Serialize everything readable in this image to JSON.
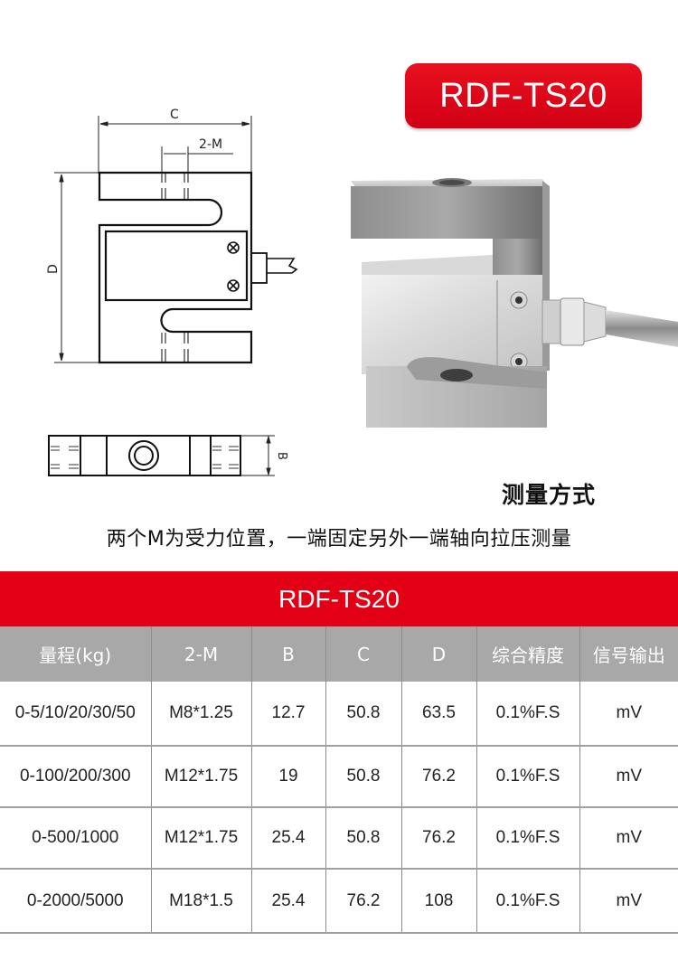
{
  "header": {
    "model_badge": "RDF-TS20",
    "badge_color": "#e30016"
  },
  "drawing": {
    "dim_c": "C",
    "dim_2m": "2-M",
    "dim_d": "D",
    "dim_b": "B"
  },
  "measurement": {
    "title": "测量方式",
    "description": "两个M为受力位置，一端固定另外一端轴向拉压测量"
  },
  "spec_table": {
    "caption": "RDF-TS20",
    "header_bg": "#a8a8a8",
    "columns": [
      "量程(kg)",
      "2-M",
      "B",
      "C",
      "D",
      "综合精度",
      "信号输出"
    ],
    "rows": [
      [
        "0-5/10/20/30/50",
        "M8*1.25",
        "12.7",
        "50.8",
        "63.5",
        "0.1%F.S",
        "mV"
      ],
      [
        "0-100/200/300",
        "M12*1.75",
        "19",
        "50.8",
        "76.2",
        "0.1%F.S",
        "mV"
      ],
      [
        "0-500/1000",
        "M12*1.75",
        "25.4",
        "50.8",
        "76.2",
        "0.1%F.S",
        "mV"
      ],
      [
        "0-2000/5000",
        "M18*1.5",
        "25.4",
        "76.2",
        "108",
        "0.1%F.S",
        "mV"
      ]
    ]
  }
}
